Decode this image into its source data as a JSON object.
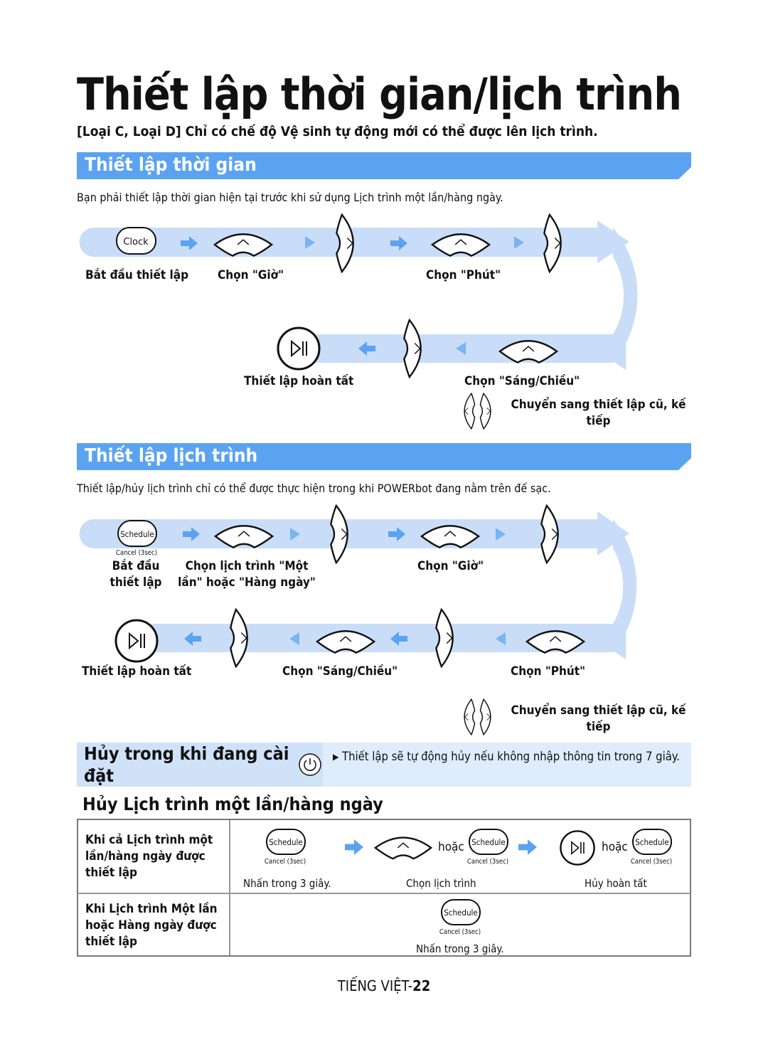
{
  "page": {
    "title": "Thiết lập thời gian/lịch trình",
    "subtitle": "[Loại C, Loại D] Chỉ có chế độ Vệ sinh tự động mới có thể được lên lịch trình.",
    "footer_lang": "TIẾNG VIỆT-",
    "footer_page": "22"
  },
  "time_setup": {
    "heading": "Thiết lập thời gian",
    "intro": "Bạn phải thiết lập thời gian hiện tại trước khi sử dụng Lịch trình một lần/hàng ngày.",
    "clock_button": "Clock",
    "steps": {
      "start": "Bắt đầu thiết lập",
      "hour": "Chọn \"Giờ\"",
      "minute": "Chọn \"Phút\"",
      "ampm": "Chọn \"Sáng/Chiều\"",
      "done": "Thiết lập hoàn tất"
    },
    "nav_hint": "Chuyển sang thiết lập cũ, kế tiếp"
  },
  "schedule_setup": {
    "heading": "Thiết lập lịch trình",
    "intro": "Thiết lập/hủy lịch trình chỉ có thể được thực hiện trong khi POWERbot đang nằm trên đế sạc.",
    "schedule_button": "Schedule",
    "cancel_caption": "Cancel (3sec)",
    "steps": {
      "start": "Bắt đầu thiết lập",
      "choose_type": "Chọn lịch trình \"Một lần\" hoặc \"Hàng ngày\"",
      "hour": "Chọn \"Giờ\"",
      "minute": "Chọn \"Phút\"",
      "ampm": "Chọn \"Sáng/Chiều\"",
      "done": "Thiết lập hoàn tất"
    },
    "nav_hint": "Chuyển sang thiết lập cũ, kế tiếp"
  },
  "cancel_during": {
    "title": "Hủy trong khi đang cài đặt",
    "text": "Thiết lập sẽ tự động hủy nếu không nhập thông tin trong 7 giây."
  },
  "cancel_schedule": {
    "heading": "Hủy Lịch trình một lần/hàng ngày",
    "rows": [
      {
        "condition": "Khi cả Lịch trình một lần/hàng ngày được thiết lập",
        "step1": "Nhấn trong 3 giây.",
        "step2": "Chọn lịch trình",
        "step3": "Hủy hoàn tất",
        "or": "hoặc"
      },
      {
        "condition": "Khi Lịch trình Một lần hoặc Hàng ngày được thiết lập",
        "step1": "Nhấn trong 3 giây."
      }
    ]
  },
  "icons": {
    "arrow": "arrow-right-icon",
    "up": "up-button-icon",
    "right": "right-button-icon",
    "left": "left-button-icon",
    "play": "play-pause-icon",
    "power": "power-icon"
  },
  "colors": {
    "accent": "#5ba3f0",
    "flow": "#c9ddf8",
    "arrow": "#5ba3f0"
  }
}
